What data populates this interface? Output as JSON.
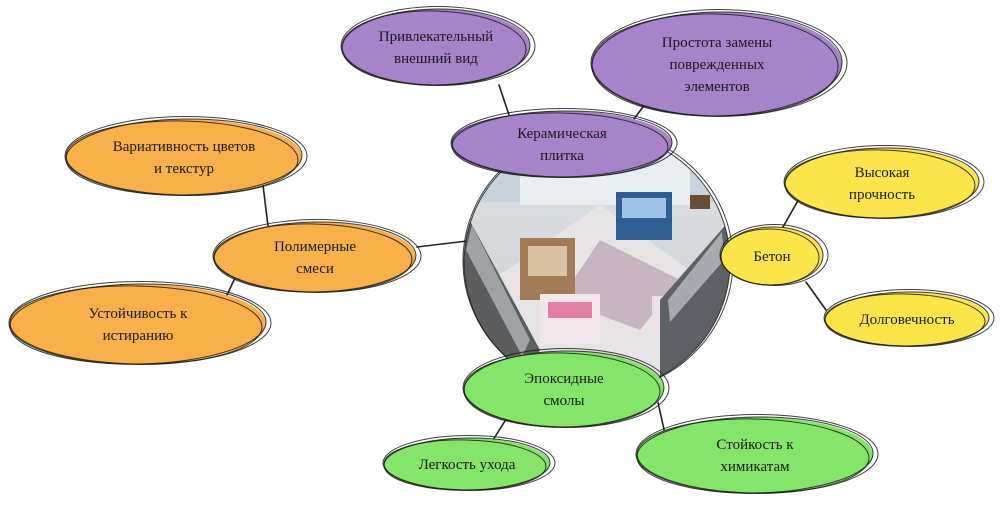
{
  "diagram": {
    "center_image": "shopping-mall-interior-photo",
    "colors": {
      "purple": "#a684c9",
      "orange": "#f7b04a",
      "yellow": "#fbe54a",
      "green": "#85e56a"
    },
    "nodes": {
      "ceramic": {
        "lines": [
          "Керамическая",
          "плитка"
        ]
      },
      "attractive": {
        "lines": [
          "Привлекательный",
          "внешний вид"
        ]
      },
      "replace": {
        "lines": [
          "Простота замены",
          "поврежденных",
          "элементов"
        ]
      },
      "polymer": {
        "lines": [
          "Полимерные",
          "смеси"
        ]
      },
      "variety": {
        "lines": [
          "Вариативность цветов",
          "и текстур"
        ]
      },
      "abrasion": {
        "lines": [
          "Устойчивость к",
          "истиранию"
        ]
      },
      "concrete": {
        "lines": [
          "Бетон"
        ]
      },
      "strength": {
        "lines": [
          "Высокая",
          "прочность"
        ]
      },
      "durability": {
        "lines": [
          "Долговечность"
        ]
      },
      "epoxy": {
        "lines": [
          "Эпоксидные",
          "смолы"
        ]
      },
      "easycare": {
        "lines": [
          "Легкость ухода"
        ]
      },
      "chemical": {
        "lines": [
          "Стойкость к",
          "химикатам"
        ]
      }
    }
  }
}
